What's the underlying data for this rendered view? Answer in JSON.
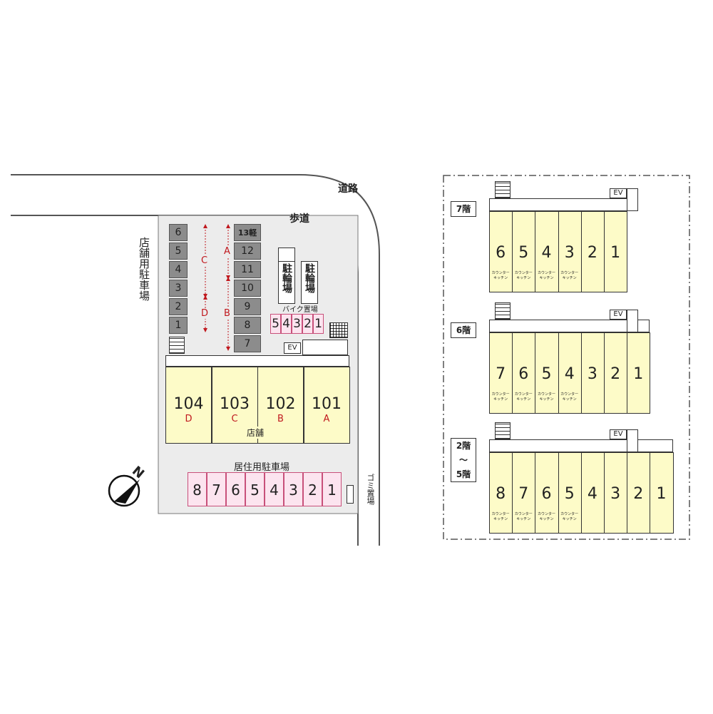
{
  "colors": {
    "lot": "#ececec",
    "cream": "#fdfbc8",
    "pink_fill": "#fce4ef",
    "pink_border": "#c8507a",
    "gray_stall": "#8c8c8c",
    "red_text": "#c0181e",
    "line": "#555555"
  },
  "site": {
    "road_label": "道路",
    "sidewalk_label": "歩道",
    "store_parking_label": "店舗用駐車場",
    "bike_area_label": "バイク置場",
    "bicycle_parking_label": "駐輪場",
    "store_label": "店舗",
    "resident_parking_label": "居住用駐車場",
    "garbage_label": "ゴミ置場",
    "ev_label": "EV",
    "compass_label": "N",
    "store_stalls_left": [
      "6",
      "5",
      "4",
      "3",
      "2",
      "1"
    ],
    "store_stalls_right": [
      "13軽",
      "12",
      "11",
      "10",
      "9",
      "8",
      "7"
    ],
    "section_letters": [
      "C",
      "D",
      "A",
      "B"
    ],
    "bike_spots": [
      "5",
      "4",
      "3",
      "2",
      "1"
    ],
    "shops": [
      {
        "number": "104",
        "letter": "D"
      },
      {
        "number": "103",
        "letter": "C"
      },
      {
        "number": "102",
        "letter": "B"
      },
      {
        "number": "101",
        "letter": "A"
      }
    ],
    "resident_spots": [
      "8",
      "7",
      "6",
      "5",
      "4",
      "3",
      "2",
      "1"
    ]
  },
  "floors": [
    {
      "label": "7階",
      "units": [
        "6",
        "5",
        "4",
        "3",
        "2",
        "1"
      ],
      "kitchen_units": [
        "6",
        "5",
        "4",
        "3"
      ]
    },
    {
      "label": "6階",
      "units": [
        "7",
        "6",
        "5",
        "4",
        "3",
        "2",
        "1"
      ],
      "kitchen_units": [
        "7",
        "6",
        "5",
        "4"
      ]
    },
    {
      "label": "2階\n〜\n5階",
      "units": [
        "8",
        "7",
        "6",
        "5",
        "4",
        "3",
        "2",
        "1"
      ],
      "kitchen_units": [
        "8",
        "7",
        "6",
        "5"
      ]
    }
  ],
  "kitchen_note_line1": "カウンター",
  "kitchen_note_line2": "キッチン",
  "ev_label": "EV"
}
